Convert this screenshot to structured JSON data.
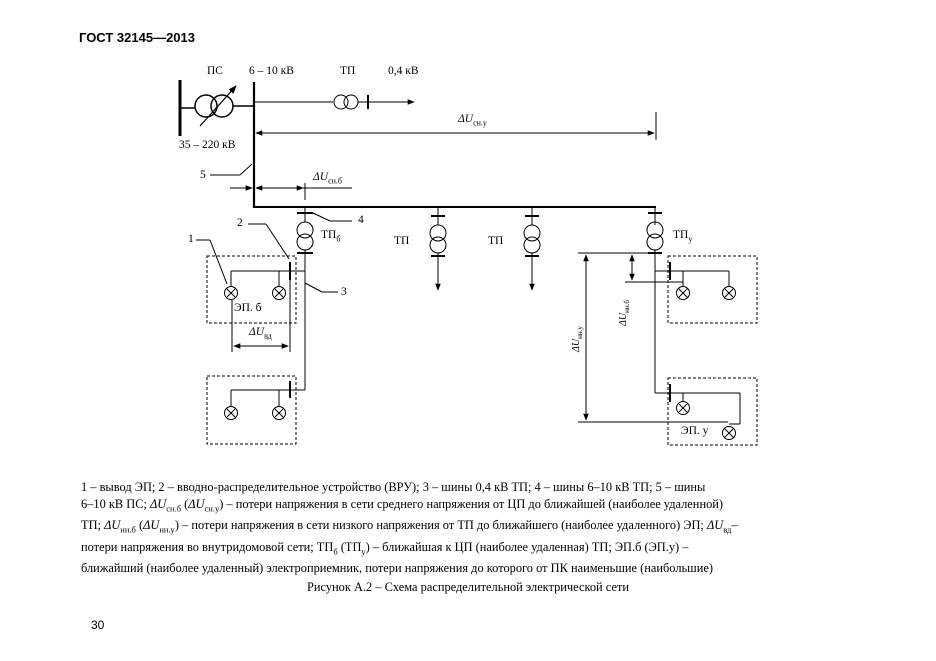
{
  "header": {
    "standard": "ГОСТ 32145—2013"
  },
  "diagram": {
    "ps": "ПС",
    "v_6_10": "6 – 10 кВ",
    "tp_top": "ТП",
    "v_04": "0,4 кВ",
    "v_35_220": "35 – 220 кВ",
    "n1": "1",
    "n2": "2",
    "n3": "3",
    "n4": "4",
    "n5": "5",
    "tp_b_main": "ТП",
    "tp_b_sub": "б",
    "tp_mid1": "ТП",
    "tp_mid2": "ТП",
    "tp_y_main": "ТП",
    "tp_y_sub": "у",
    "ep_b": "ЭП. б",
    "ep_y": "ЭП. у",
    "delta": "Δ",
    "u": "U",
    "du_sn_y_sub": "сн.у",
    "du_sn_b_sub": "сн.б",
    "du_vd_sub": "вд",
    "du_nn_b_sub": "нн.б",
    "du_nn_y_sub": "нн.у"
  },
  "caption": {
    "line1": "1 – вывод ЭП; 2 – вводно-распределительное устройство (ВРУ); 3 – шины 0,4 кВ  ТП; 4 – шины 6–10 кВ  ТП; 5 – шины",
    "l2_a": " 6–10 кВ ПС; ",
    "l2_d1": "ΔU",
    "l2_s1": "сн.б",
    "l2_b": " (",
    "l2_d2": "ΔU",
    "l2_s2": "сн.у",
    "l2_c": ") – потери напряжения в сети среднего напряжения от ЦП до ближайшей (наиболее удаленной)",
    "l3_a": "ТП; ",
    "l3_d1": "ΔU",
    "l3_s1": "нн.б",
    "l3_b": " (",
    "l3_d2": "ΔU",
    "l3_s2": "нн.у",
    "l3_c": ") – потери напряжения в сети низкого напряжения от ТП до ближайшего (наиболее удаленного) ЭП; ",
    "l3_d3": "ΔU",
    "l3_s3": "вд",
    "l3_e": "–",
    "l4_a": "потери напряжения во внутридомовой сети; ТП",
    "l4_s1": "б",
    "l4_b": " (ТП",
    "l4_s2": "у",
    "l4_c": ") – ближайшая к ЦП (наиболее удаленная) ТП;  ЭП.б (ЭП.у) –",
    "line5": "ближайший (наиболее удаленный) электроприемник, потери напряжения до которого от ПК наименьшие (наибольшие)"
  },
  "figure_caption": "Рисунок А.2 – Схема распределительной электрической сети",
  "page_number": "30"
}
